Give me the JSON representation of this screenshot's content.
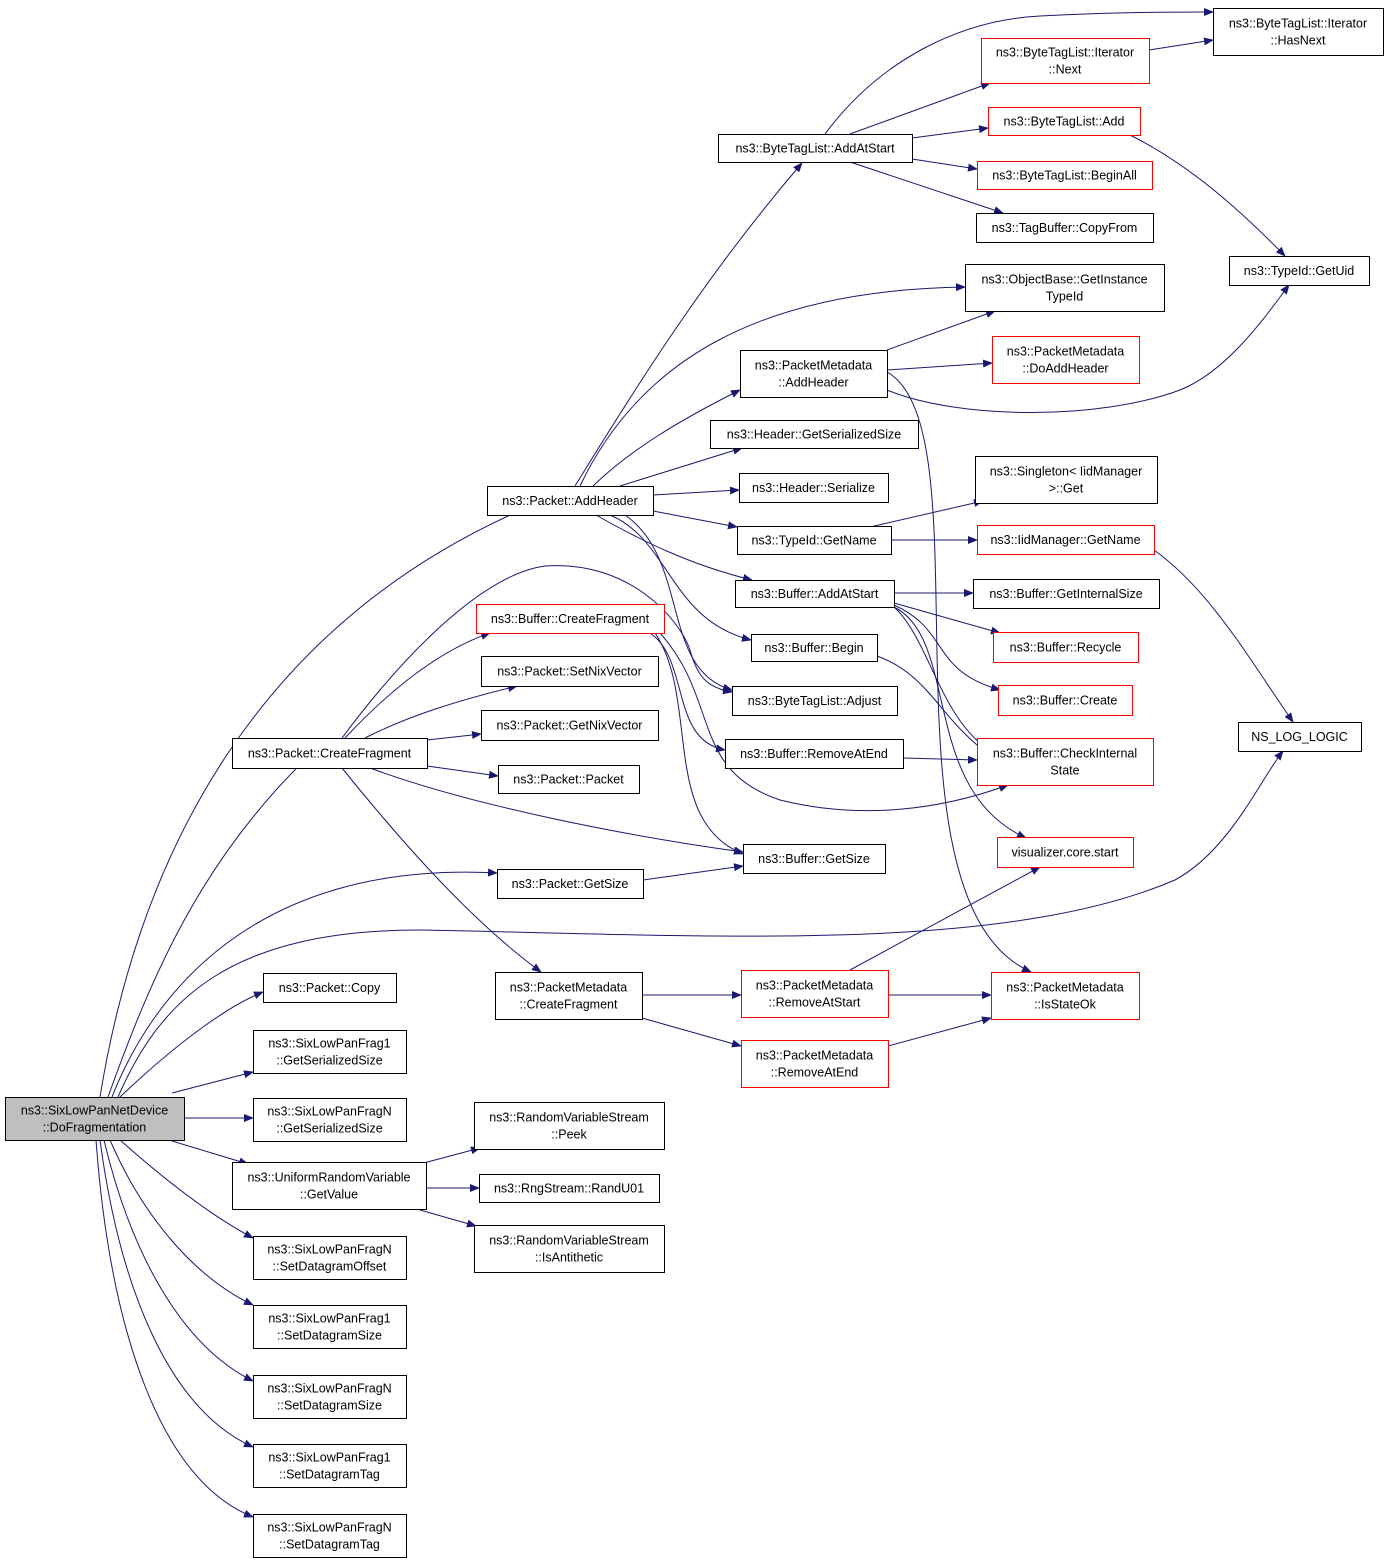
{
  "colors": {
    "edge": "#191970",
    "node_border": "#000000",
    "truncated_border": "#ff0000",
    "root_fill": "#bfbfbf",
    "node_fill": "#ffffff"
  },
  "root": "root",
  "nodes": [
    {
      "id": "root",
      "lines": [
        "ns3::SixLowPanNetDevice",
        "::DoFragmentation"
      ],
      "style": "root"
    },
    {
      "id": "pkt_addheader",
      "lines": [
        "ns3::Packet::AddHeader"
      ],
      "style": "normal"
    },
    {
      "id": "pkt_createfragment",
      "lines": [
        "ns3::Packet::CreateFragment"
      ],
      "style": "normal"
    },
    {
      "id": "pkt_getsize",
      "lines": [
        "ns3::Packet::GetSize"
      ],
      "style": "normal"
    },
    {
      "id": "pkt_copy",
      "lines": [
        "ns3::Packet::Copy"
      ],
      "style": "normal"
    },
    {
      "id": "frag1_getser",
      "lines": [
        "ns3::SixLowPanFrag1",
        "::GetSerializedSize"
      ],
      "style": "normal"
    },
    {
      "id": "fragn_getser",
      "lines": [
        "ns3::SixLowPanFragN",
        "::GetSerializedSize"
      ],
      "style": "normal"
    },
    {
      "id": "urv_getvalue",
      "lines": [
        "ns3::UniformRandomVariable",
        "::GetValue"
      ],
      "style": "normal"
    },
    {
      "id": "fragn_setoffset",
      "lines": [
        "ns3::SixLowPanFragN",
        "::SetDatagramOffset"
      ],
      "style": "normal"
    },
    {
      "id": "frag1_setsize",
      "lines": [
        "ns3::SixLowPanFrag1",
        "::SetDatagramSize"
      ],
      "style": "normal"
    },
    {
      "id": "fragn_setsize",
      "lines": [
        "ns3::SixLowPanFragN",
        "::SetDatagramSize"
      ],
      "style": "normal"
    },
    {
      "id": "frag1_settag",
      "lines": [
        "ns3::SixLowPanFrag1",
        "::SetDatagramTag"
      ],
      "style": "normal"
    },
    {
      "id": "fragn_settag",
      "lines": [
        "ns3::SixLowPanFragN",
        "::SetDatagramTag"
      ],
      "style": "normal"
    },
    {
      "id": "btl_addatstart",
      "lines": [
        "ns3::ByteTagList::AddAtStart"
      ],
      "style": "normal"
    },
    {
      "id": "pm_addheader",
      "lines": [
        "ns3::PacketMetadata",
        "::AddHeader"
      ],
      "style": "normal"
    },
    {
      "id": "hdr_getser",
      "lines": [
        "ns3::Header::GetSerializedSize"
      ],
      "style": "normal"
    },
    {
      "id": "hdr_serialize",
      "lines": [
        "ns3::Header::Serialize"
      ],
      "style": "normal"
    },
    {
      "id": "typeid_getname",
      "lines": [
        "ns3::TypeId::GetName"
      ],
      "style": "normal"
    },
    {
      "id": "buf_addatstart",
      "lines": [
        "ns3::Buffer::AddAtStart"
      ],
      "style": "normal"
    },
    {
      "id": "buf_begin",
      "lines": [
        "ns3::Buffer::Begin"
      ],
      "style": "normal"
    },
    {
      "id": "btl_adjust",
      "lines": [
        "ns3::ByteTagList::Adjust"
      ],
      "style": "normal"
    },
    {
      "id": "buf_createfragment",
      "lines": [
        "ns3::Buffer::CreateFragment"
      ],
      "style": "truncated"
    },
    {
      "id": "pkt_setnix",
      "lines": [
        "ns3::Packet::SetNixVector"
      ],
      "style": "normal"
    },
    {
      "id": "pkt_getnix",
      "lines": [
        "ns3::Packet::GetNixVector"
      ],
      "style": "normal"
    },
    {
      "id": "pkt_packet",
      "lines": [
        "ns3::Packet::Packet"
      ],
      "style": "normal"
    },
    {
      "id": "buf_removeatend",
      "lines": [
        "ns3::Buffer::RemoveAtEnd"
      ],
      "style": "normal"
    },
    {
      "id": "buf_getsize",
      "lines": [
        "ns3::Buffer::GetSize"
      ],
      "style": "normal"
    },
    {
      "id": "pm_createfragment",
      "lines": [
        "ns3::PacketMetadata",
        "::CreateFragment"
      ],
      "style": "normal"
    },
    {
      "id": "pm_removeatstart",
      "lines": [
        "ns3::PacketMetadata",
        "::RemoveAtStart"
      ],
      "style": "truncated"
    },
    {
      "id": "pm_removeatend",
      "lines": [
        "ns3::PacketMetadata",
        "::RemoveAtEnd"
      ],
      "style": "truncated"
    },
    {
      "id": "rvs_peek",
      "lines": [
        "ns3::RandomVariableStream",
        "::Peek"
      ],
      "style": "normal"
    },
    {
      "id": "rng_randu01",
      "lines": [
        "ns3::RngStream::RandU01"
      ],
      "style": "normal"
    },
    {
      "id": "rvs_isanti",
      "lines": [
        "ns3::RandomVariableStream",
        "::IsAntithetic"
      ],
      "style": "normal"
    },
    {
      "id": "btl_it_next",
      "lines": [
        "ns3::ByteTagList::Iterator",
        "::Next"
      ],
      "style": "truncated"
    },
    {
      "id": "btl_add",
      "lines": [
        "ns3::ByteTagList::Add"
      ],
      "style": "truncated"
    },
    {
      "id": "btl_beginall",
      "lines": [
        "ns3::ByteTagList::BeginAll"
      ],
      "style": "truncated"
    },
    {
      "id": "tagbuf_copyfrom",
      "lines": [
        "ns3::TagBuffer::CopyFrom"
      ],
      "style": "normal"
    },
    {
      "id": "ob_getinstance",
      "lines": [
        "ns3::ObjectBase::GetInstance",
        "TypeId"
      ],
      "style": "normal"
    },
    {
      "id": "pm_doaddheader",
      "lines": [
        "ns3::PacketMetadata",
        "::DoAddHeader"
      ],
      "style": "truncated"
    },
    {
      "id": "singleton_get",
      "lines": [
        "ns3::Singleton< IidManager",
        ">::Get"
      ],
      "style": "normal"
    },
    {
      "id": "iid_getname",
      "lines": [
        "ns3::IidManager::GetName"
      ],
      "style": "truncated"
    },
    {
      "id": "buf_getinternal",
      "lines": [
        "ns3::Buffer::GetInternalSize"
      ],
      "style": "normal"
    },
    {
      "id": "buf_recycle",
      "lines": [
        "ns3::Buffer::Recycle"
      ],
      "style": "truncated"
    },
    {
      "id": "buf_create",
      "lines": [
        "ns3::Buffer::Create"
      ],
      "style": "truncated"
    },
    {
      "id": "buf_checkinternal",
      "lines": [
        "ns3::Buffer::CheckInternal",
        "State"
      ],
      "style": "truncated"
    },
    {
      "id": "vis_start",
      "lines": [
        "visualizer.core.start"
      ],
      "style": "truncated"
    },
    {
      "id": "pm_isstateok",
      "lines": [
        "ns3::PacketMetadata",
        "::IsStateOk"
      ],
      "style": "truncated"
    },
    {
      "id": "btl_it_hasnext",
      "lines": [
        "ns3::ByteTagList::Iterator",
        "::HasNext"
      ],
      "style": "normal"
    },
    {
      "id": "typeid_getuid",
      "lines": [
        "ns3::TypeId::GetUid"
      ],
      "style": "normal"
    },
    {
      "id": "ns_log_logic",
      "lines": [
        "NS_LOG_LOGIC"
      ],
      "style": "normal"
    }
  ],
  "edges": [
    {
      "from": "root",
      "to": "pkt_addheader"
    },
    {
      "from": "root",
      "to": "pkt_createfragment"
    },
    {
      "from": "root",
      "to": "pkt_getsize"
    },
    {
      "from": "root",
      "to": "ns_log_logic"
    },
    {
      "from": "root",
      "to": "pkt_copy"
    },
    {
      "from": "root",
      "to": "frag1_getser"
    },
    {
      "from": "root",
      "to": "fragn_getser"
    },
    {
      "from": "root",
      "to": "urv_getvalue"
    },
    {
      "from": "root",
      "to": "fragn_setoffset"
    },
    {
      "from": "root",
      "to": "frag1_setsize"
    },
    {
      "from": "root",
      "to": "fragn_setsize"
    },
    {
      "from": "root",
      "to": "frag1_settag"
    },
    {
      "from": "root",
      "to": "fragn_settag"
    },
    {
      "from": "pkt_addheader",
      "to": "btl_addatstart"
    },
    {
      "from": "pkt_addheader",
      "to": "pm_addheader"
    },
    {
      "from": "pkt_addheader",
      "to": "hdr_getser"
    },
    {
      "from": "pkt_addheader",
      "to": "hdr_serialize"
    },
    {
      "from": "pkt_addheader",
      "to": "typeid_getname"
    },
    {
      "from": "pkt_addheader",
      "to": "buf_addatstart"
    },
    {
      "from": "pkt_addheader",
      "to": "buf_begin"
    },
    {
      "from": "pkt_addheader",
      "to": "btl_adjust"
    },
    {
      "from": "pkt_createfragment",
      "to": "buf_createfragment"
    },
    {
      "from": "pkt_createfragment",
      "to": "pkt_setnix"
    },
    {
      "from": "pkt_createfragment",
      "to": "pkt_getnix"
    },
    {
      "from": "pkt_createfragment",
      "to": "pkt_packet"
    },
    {
      "from": "pkt_createfragment",
      "to": "btl_adjust"
    },
    {
      "from": "pkt_createfragment",
      "to": "buf_getsize"
    },
    {
      "from": "pkt_createfragment",
      "to": "pm_createfragment"
    },
    {
      "from": "pkt_createfragment",
      "to": "buf_checkinternal"
    },
    {
      "from": "pkt_getsize",
      "to": "buf_getsize"
    },
    {
      "from": "urv_getvalue",
      "to": "rvs_peek"
    },
    {
      "from": "urv_getvalue",
      "to": "rng_randu01"
    },
    {
      "from": "urv_getvalue",
      "to": "rvs_isanti"
    },
    {
      "from": "btl_addatstart",
      "to": "btl_it_hasnext"
    },
    {
      "from": "btl_addatstart",
      "to": "btl_it_next"
    },
    {
      "from": "btl_addatstart",
      "to": "btl_add"
    },
    {
      "from": "btl_addatstart",
      "to": "btl_beginall"
    },
    {
      "from": "btl_addatstart",
      "to": "tagbuf_copyfrom"
    },
    {
      "from": "btl_it_next",
      "to": "btl_it_hasnext"
    },
    {
      "from": "btl_add",
      "to": "typeid_getuid"
    },
    {
      "from": "pkt_addheader",
      "to": "ob_getinstance"
    },
    {
      "from": "pm_addheader",
      "to": "ob_getinstance"
    },
    {
      "from": "pm_addheader",
      "to": "pm_doaddheader"
    },
    {
      "from": "pm_addheader",
      "to": "typeid_getuid"
    },
    {
      "from": "pm_addheader",
      "to": "pm_isstateok"
    },
    {
      "from": "typeid_getname",
      "to": "singleton_get"
    },
    {
      "from": "typeid_getname",
      "to": "iid_getname"
    },
    {
      "from": "iid_getname",
      "to": "ns_log_logic"
    },
    {
      "from": "buf_addatstart",
      "to": "buf_getinternal"
    },
    {
      "from": "buf_addatstart",
      "to": "buf_recycle"
    },
    {
      "from": "buf_addatstart",
      "to": "buf_create"
    },
    {
      "from": "buf_addatstart",
      "to": "buf_checkinternal"
    },
    {
      "from": "buf_addatstart",
      "to": "vis_start"
    },
    {
      "from": "buf_begin",
      "to": "buf_checkinternal"
    },
    {
      "from": "buf_createfragment",
      "to": "buf_removeatend"
    },
    {
      "from": "buf_createfragment",
      "to": "buf_getsize"
    },
    {
      "from": "buf_createfragment",
      "to": "buf_checkinternal"
    },
    {
      "from": "buf_removeatend",
      "to": "buf_checkinternal"
    },
    {
      "from": "pm_createfragment",
      "to": "pm_removeatstart"
    },
    {
      "from": "pm_createfragment",
      "to": "pm_removeatend"
    },
    {
      "from": "pm_removeatstart",
      "to": "vis_start"
    },
    {
      "from": "pm_removeatstart",
      "to": "pm_isstateok"
    },
    {
      "from": "pm_removeatend",
      "to": "pm_isstateok"
    }
  ]
}
